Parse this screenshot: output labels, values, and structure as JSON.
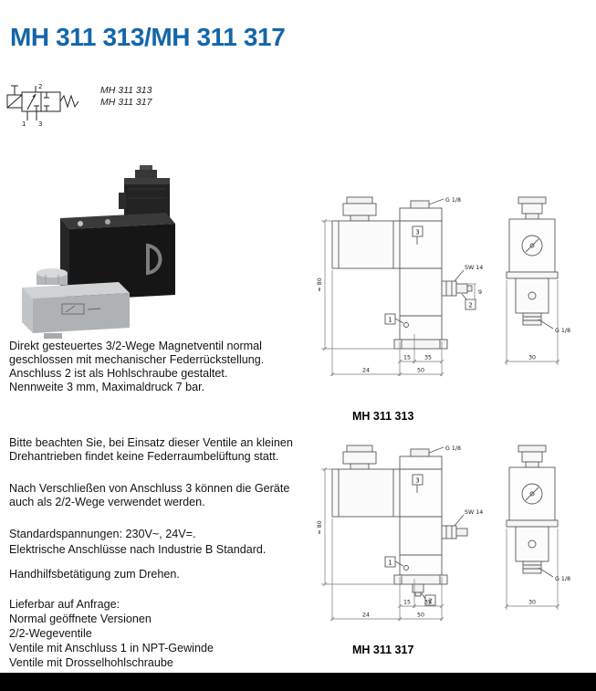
{
  "page": {
    "title": "MH 311 313/MH 311 317"
  },
  "schematic": {
    "variant_label_1": "MH 311 313",
    "variant_label_2": "MH 311 317",
    "port_top": "2",
    "port_bottom_left": "1",
    "port_bottom_right": "3"
  },
  "description": {
    "block1": [
      "Direkt gesteuertes 3/2-Wege Magnetventil normal",
      "geschlossen mit mechanischer Federrückstellung.",
      "Anschluss 2 ist als Hohlschraube gestaltet.",
      "Nennweite 3 mm, Maximaldruck 7 bar."
    ],
    "block2": [
      "Bitte beachten Sie, bei Einsatz dieser Ventile an kleinen",
      "Drehantrieben findet keine Federraumbelüftung statt."
    ],
    "block3": [
      "Nach Verschließen von Anschluss 3 können die Geräte",
      "auch als 2/2-Wege verwendet werden."
    ],
    "block4": [
      "Standardspannungen: 230V~, 24V=.",
      "Elektrische Anschlüsse nach Industrie B Standard."
    ],
    "block5": [
      "Handhilfsbetätigung zum Drehen."
    ],
    "block6": [
      "Lieferbar auf Anfrage:",
      "Normal geöffnete Versionen",
      "2/2-Wegeventile",
      "Ventile mit Anschluss 1 in NPT-Gewinde",
      "Ventile mit Drosselhohlschraube"
    ]
  },
  "drawing1": {
    "label": "MH 311 313",
    "annotations": {
      "thread_top": "G 1/8",
      "thread_side": "G 1/8",
      "wrench_size": "SW 14",
      "port_3": "3",
      "port_1": "1",
      "port_2": "2",
      "dim_a": "15",
      "dim_b": "35",
      "dim_total": "50",
      "dim_coil": "24",
      "dim_screw": "9",
      "dim_height": "≈ 80",
      "side_width": "30"
    }
  },
  "drawing2": {
    "label": "MH 311 317",
    "annotations": {
      "thread_top": "G 1/8",
      "thread_side": "G 1/8",
      "wrench_size": "SW 14",
      "port_3": "3",
      "port_1": "1",
      "port_2": "2",
      "dim_a": "15",
      "dim_b": "35",
      "dim_total": "50",
      "dim_coil": "24",
      "dim_height": "≈ 80",
      "side_width": "30"
    }
  },
  "colors": {
    "title_blue": "#1566a8",
    "footer_black": "#000000"
  }
}
